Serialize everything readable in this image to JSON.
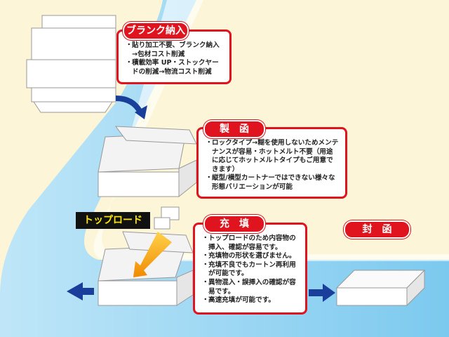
{
  "steps": [
    {
      "title": "ブランク納入",
      "items": [
        "貼り加工不要、ブランク納入→包材コスト削減",
        "積載効率 UP・ストックヤードの削減→物流コスト削減"
      ]
    },
    {
      "title": "製　函",
      "items": [
        "ロックタイプ→糊を使用しないためメンテナンスが容易・ホットメルト不要（用途に応じてホットメルトタイプもご用意できます）",
        "縦型/横型カートナーではできない様々な形態バリエーションが可能"
      ]
    },
    {
      "title": "充　填",
      "items": [
        "トップロードのため内容物の挿入、確認が容易です。",
        "充填物の形状を選びません。",
        "充填不良でもカートン再利用が可能です。",
        "異物混入・誤挿入の確認が容易です。",
        "高速充填が可能です。"
      ]
    },
    {
      "title": "封　函"
    }
  ],
  "topload_label": "トップロード",
  "colors": {
    "accent": "#e0141e",
    "band": "#8fd3f2",
    "arrow": "#1a3f9a",
    "label_bg": "#111111",
    "label_fg": "#ffe600"
  }
}
